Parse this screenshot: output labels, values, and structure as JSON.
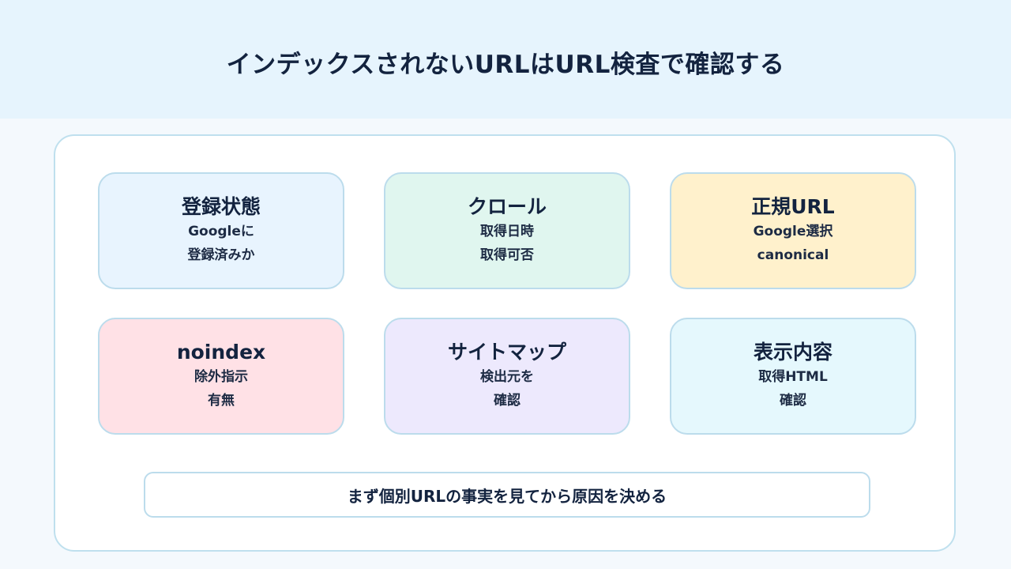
{
  "title": "インデックスされないURLはURL検査で確認する",
  "cards": [
    {
      "title": "登録状態",
      "lines": [
        "Googleに",
        "登録済みか"
      ],
      "color": "#e8f4fe"
    },
    {
      "title": "クロール",
      "lines": [
        "取得日時",
        "取得可否"
      ],
      "color": "#e0f6ef"
    },
    {
      "title": "正規URL",
      "lines": [
        "Google選択",
        "canonical"
      ],
      "color": "#fff1cc"
    },
    {
      "title": "noindex",
      "lines": [
        "除外指示",
        "有無"
      ],
      "color": "#ffe1e6"
    },
    {
      "title": "サイトマップ",
      "lines": [
        "検出元を",
        "確認"
      ],
      "color": "#ede9fd"
    },
    {
      "title": "表示内容",
      "lines": [
        "取得HTML",
        "確認"
      ],
      "color": "#e5f8fd"
    }
  ],
  "footer": "まず個別URLの事実を見てから原因を決める",
  "colors": {
    "header_bg": "#e6f4fd",
    "border": "#bcdcec",
    "text": "#13233f"
  }
}
